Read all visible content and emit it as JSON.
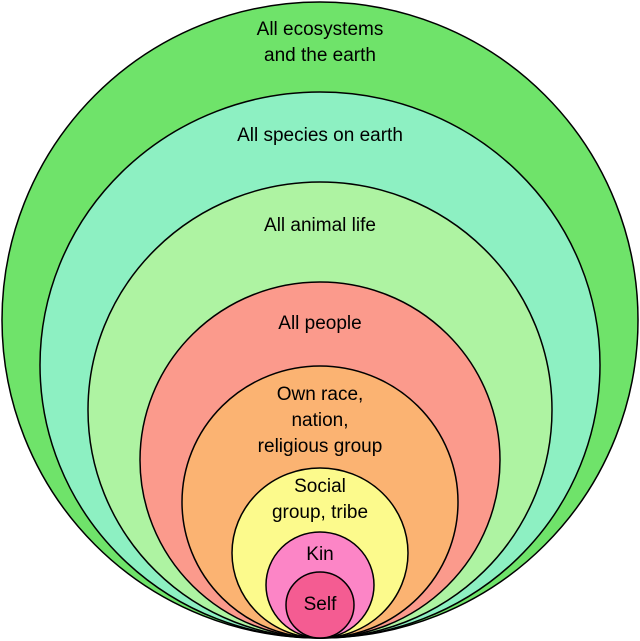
{
  "diagram": {
    "rings": [
      {
        "id": "ecosystems",
        "lines": [
          "All ecosystems",
          "and the earth"
        ],
        "fill": "#6fe36a"
      },
      {
        "id": "species",
        "lines": [
          "All species on earth"
        ],
        "fill": "#8df0c2"
      },
      {
        "id": "animal",
        "lines": [
          "All animal life"
        ],
        "fill": "#aef3a2"
      },
      {
        "id": "people",
        "lines": [
          "All people"
        ],
        "fill": "#fb9a8c"
      },
      {
        "id": "race",
        "lines": [
          "Own race,",
          "nation,",
          "religious group"
        ],
        "fill": "#fbb372"
      },
      {
        "id": "social",
        "lines": [
          "Social",
          "group, tribe"
        ],
        "fill": "#fcfa8c"
      },
      {
        "id": "kin",
        "lines": [
          "Kin"
        ],
        "fill": "#fc85c6"
      },
      {
        "id": "self",
        "lines": [
          "Self"
        ],
        "fill": "#f45c92"
      }
    ],
    "stroke_color": "#000000"
  }
}
